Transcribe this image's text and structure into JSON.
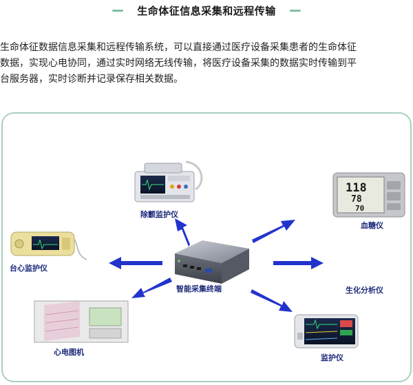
{
  "header": {
    "title": "生命体征信息采集和远程传输"
  },
  "intro": {
    "lines": [
      "生命体征数据信息采集和远程传输系统，可以直接通过医疗设备采集患者的生命体征",
      "数据，实现心电协同，通过实时网络无线传输，将医疗设备采集的数据实时传输到平",
      "台服务器，实时诊断并记录保存相关数据。"
    ]
  },
  "diagram": {
    "center": "智能采集终端",
    "devices": {
      "defib": "除颤监护仪",
      "glucose": "血糖仪",
      "bedside": "台心监护仪",
      "biochem": "生化分析仪",
      "ecg": "心电图机",
      "monitor": "监护仪"
    },
    "readout": {
      "v1": "118",
      "v2": "78",
      "v3": "70"
    },
    "colors": {
      "arrow": "#2233cc",
      "frame": "#a9cfbf",
      "label": "#1c2a7a"
    }
  }
}
